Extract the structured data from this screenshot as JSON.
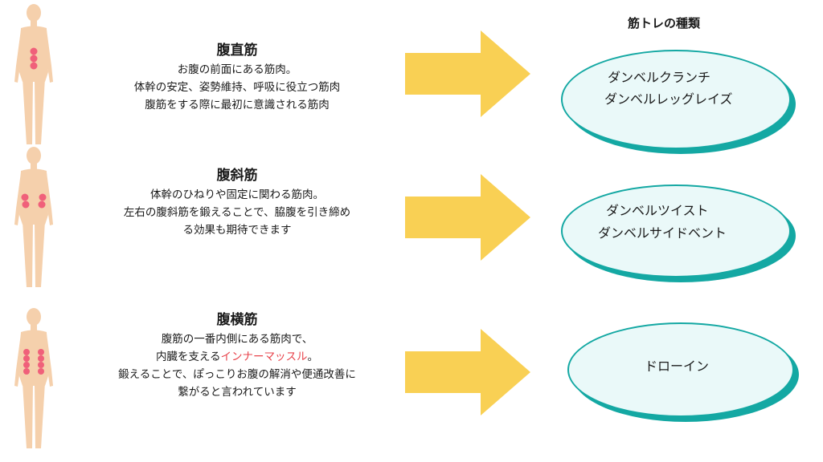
{
  "header": {
    "title": "筋トレの種類"
  },
  "rows": [
    {
      "title": "腹直筋",
      "lines": [
        "お腹の前面にある筋肉。",
        "体幹の安定、姿勢維持、呼吸に役立つ筋肉",
        "腹筋をする際に最初に意識される筋肉"
      ],
      "exercises": [
        "ダンベルクランチ",
        "ダンベルレッグレイズ"
      ]
    },
    {
      "title": "腹斜筋",
      "lines": [
        "体幹のひねりや固定に関わる筋肉。",
        "左右の腹斜筋を鍛えることで、脇腹を引き締め",
        "る効果も期待できます"
      ],
      "exercises": [
        "ダンベルツイスト",
        "ダンベルサイドベント"
      ]
    },
    {
      "title": "腹横筋",
      "lines": [
        "腹筋の一番内側にある筋肉で、",
        "鍛えることで、ぽっこりお腹の解消や便通改善に",
        "繋がると言われています"
      ],
      "line2_prefix": "内臓を支える",
      "line2_highlight": "インナーマッスル",
      "line2_suffix": "。",
      "exercises": [
        "ドローイン"
      ]
    }
  ],
  "colors": {
    "skin": "#f5d0ac",
    "muscle_highlight": "#f0607a",
    "arrow": "#f9d054",
    "oval_border": "#14a8a3",
    "oval_fill": "#eaf9f9",
    "text_highlight": "#e8444c"
  }
}
